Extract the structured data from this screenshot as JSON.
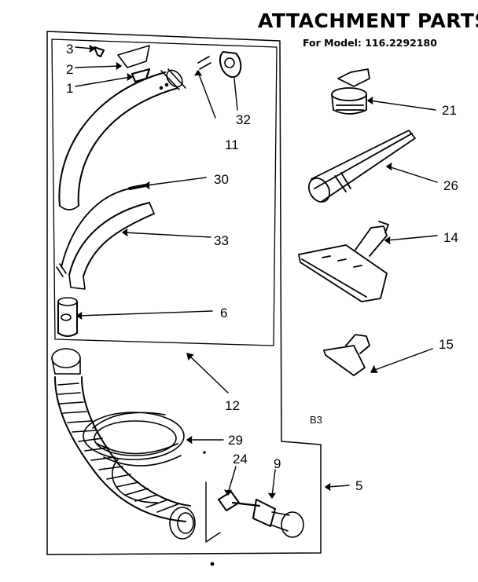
{
  "title": "ATTACHMENT PARTS",
  "subtitle": "For Model: 116.2292180",
  "section_code": "B3",
  "labels": {
    "p1": "1",
    "p2": "2",
    "p3": "3",
    "p5": "5",
    "p6": "6",
    "p9": "9",
    "p11": "11",
    "p12": "12",
    "p14": "14",
    "p15": "15",
    "p21": "21",
    "p24": "24",
    "p26": "26",
    "p29": "29",
    "p30": "30",
    "p32": "32",
    "p33": "33"
  }
}
